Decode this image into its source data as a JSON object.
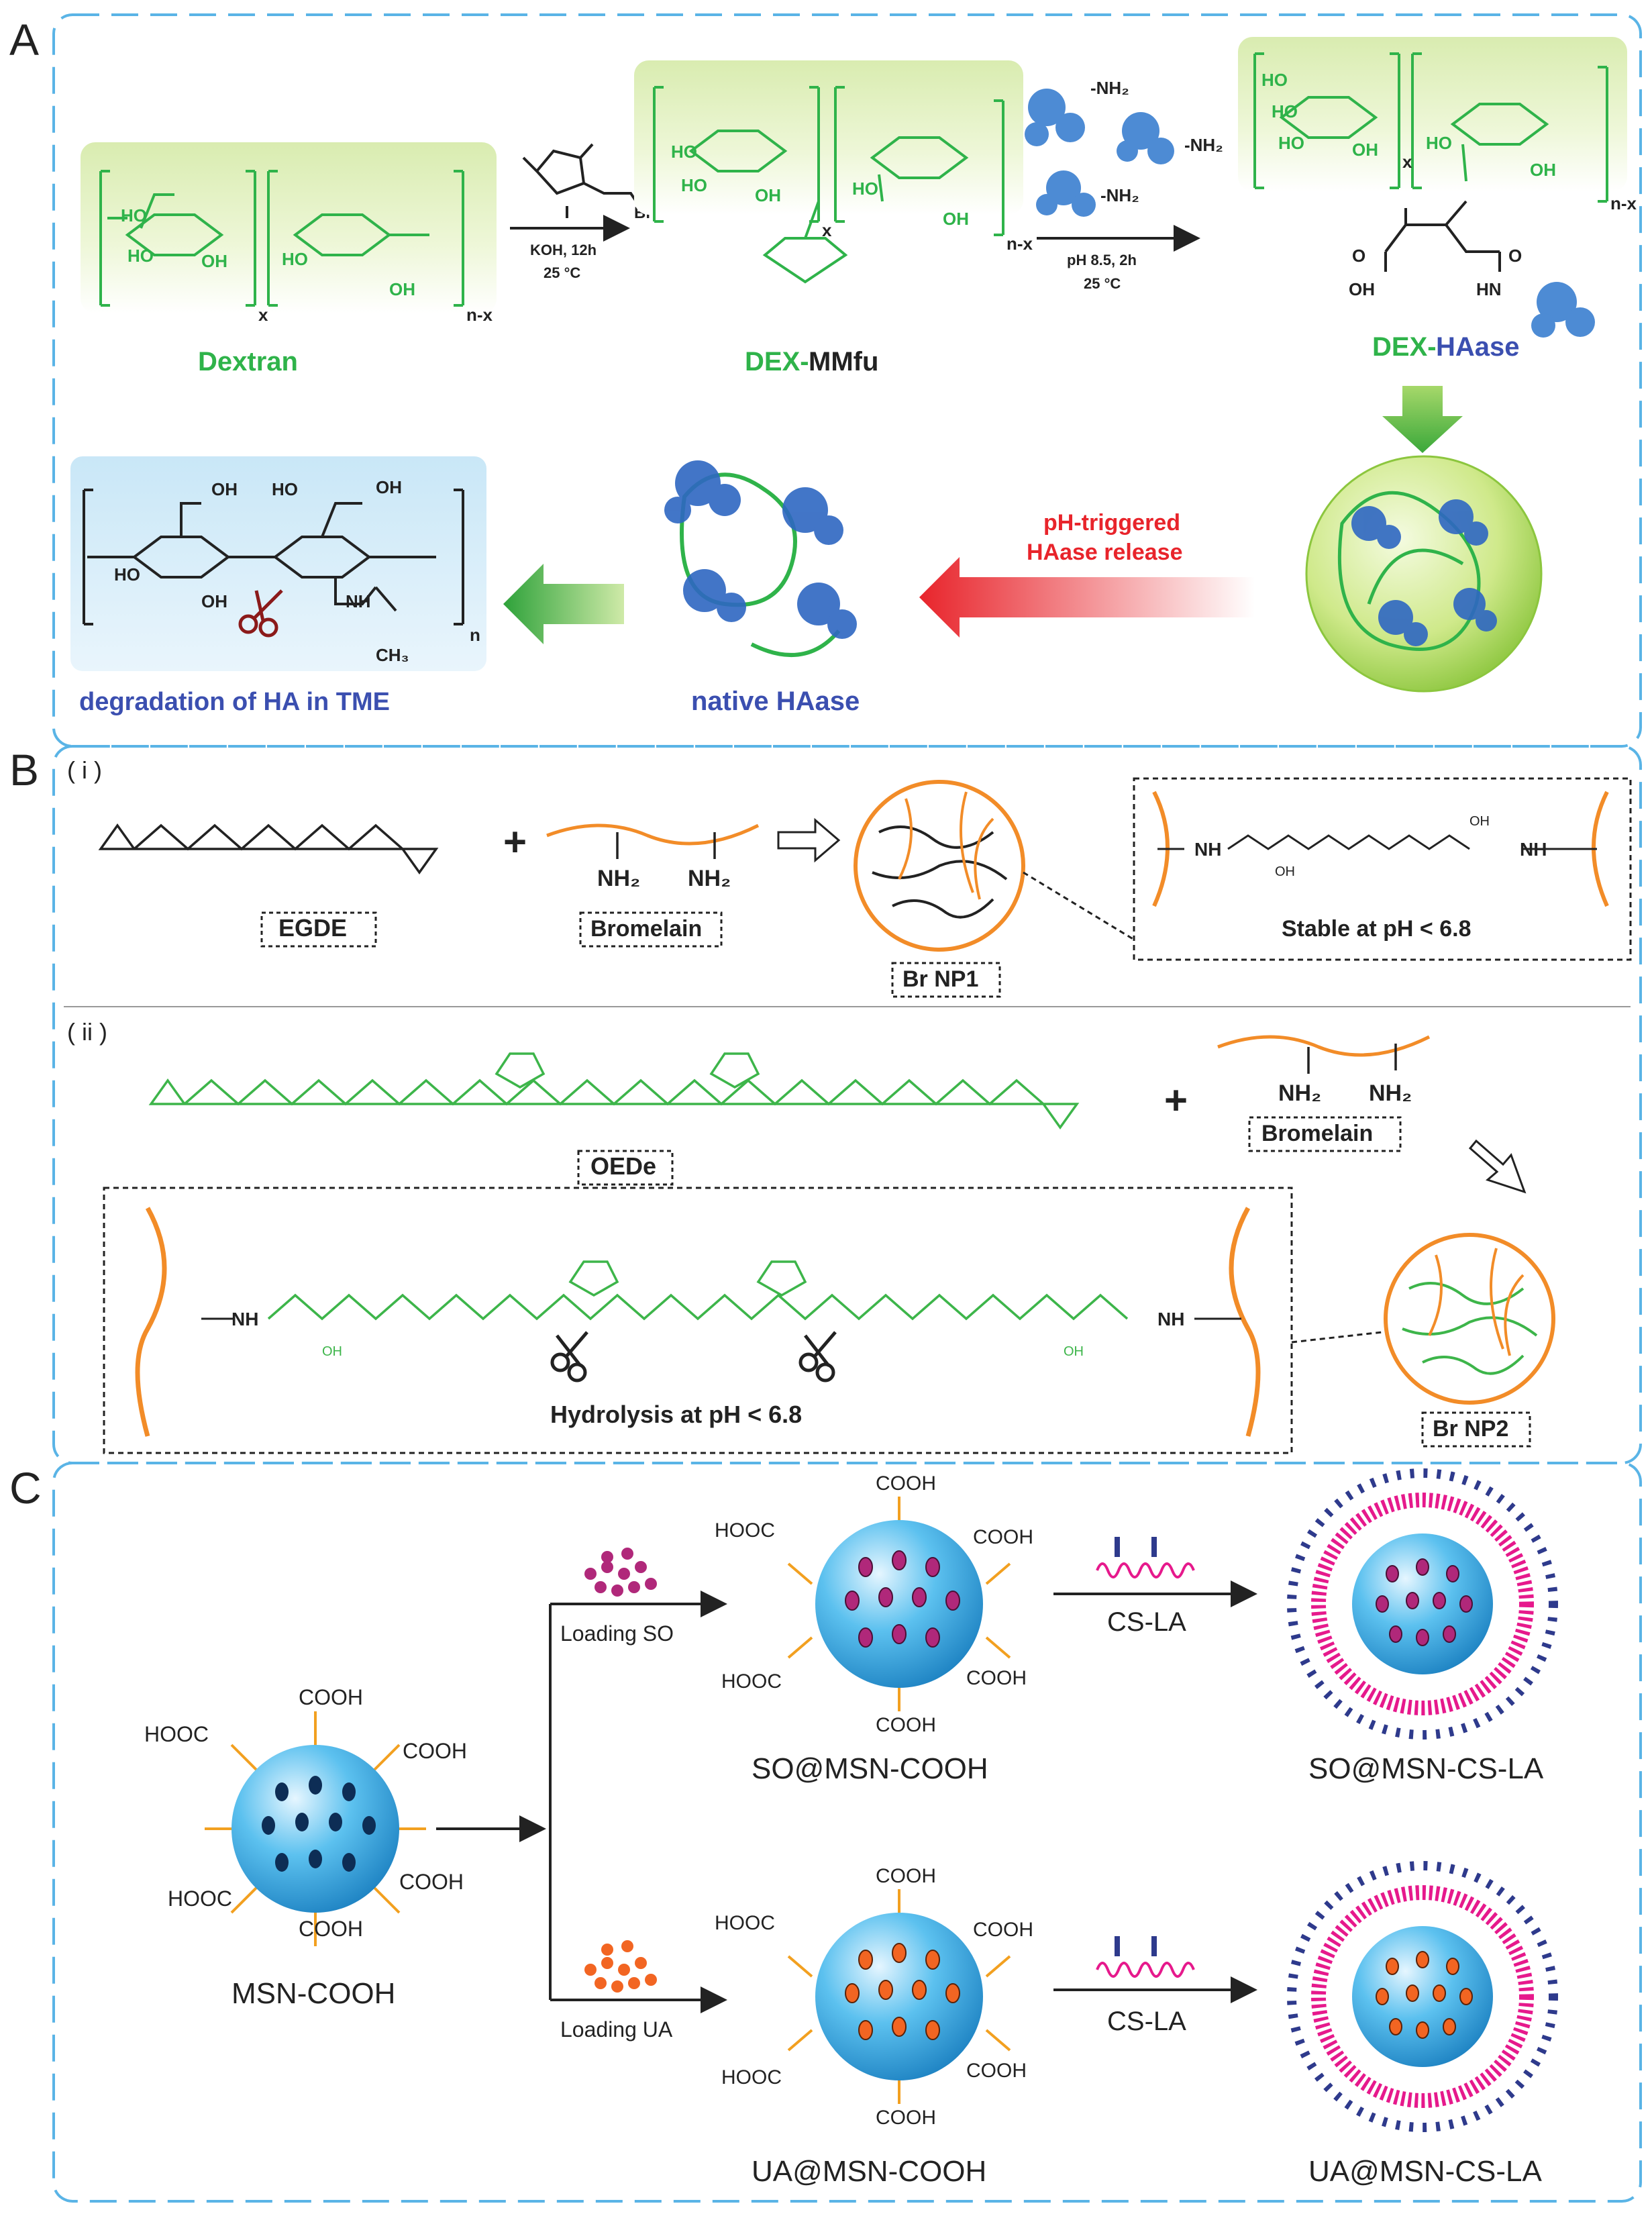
{
  "colors": {
    "panel_border": "#5ab4e6",
    "green_label": "#2fb34a",
    "blue_label": "#3b4fb0",
    "red_label": "#e8242b",
    "orange_chain": "#f28c28",
    "green_chain": "#3db54a",
    "msn_blue": "#29a3e0",
    "pink_ring": "#e6198c",
    "navy_ligand": "#2e3a8c",
    "so_cargo": "#b0287a",
    "ua_cargo": "#f26522"
  },
  "panelA": {
    "letter": "A",
    "step1_conditions": [
      "KOH, 12h",
      "25 °C"
    ],
    "step2_conditions": [
      "pH 8.5, 2h",
      "25 °C"
    ],
    "dextran": "Dextran",
    "dex": "DEX-",
    "mmfu": "MMfu",
    "hase_suffix": "HAase",
    "nh2": "-NH₂",
    "x": "x",
    "nx": "n-x",
    "ho": "HO",
    "oh": "OH",
    "hn": "HN",
    "br": "Br",
    "n": "n",
    "nh": "NH",
    "ch3": "CH₃",
    "release": [
      "pH-triggered",
      "HAase release"
    ],
    "native": "native HAase",
    "degradation": "degradation of HA in TME"
  },
  "panelB": {
    "letter": "B",
    "sub_i": "( i )",
    "sub_ii": "( ii )",
    "egde": "EGDE",
    "bromelain": "Bromelain",
    "nh2": "NH₂",
    "brnp1": "Br NP1",
    "brnp2": "Br NP2",
    "nh": "NH",
    "oh": "OH",
    "stable": "Stable at pH < 6.8",
    "oede": "OEDe",
    "hydrolysis": "Hydrolysis at pH < 6.8",
    "plus": "+"
  },
  "panelC": {
    "letter": "C",
    "cooh": "COOH",
    "hooc": "HOOC",
    "msn": "MSN-COOH",
    "loading_so": "Loading SO",
    "loading_ua": "Loading UA",
    "so_msn": "SO@MSN-COOH",
    "ua_msn": "UA@MSN-COOH",
    "csla": "CS-LA",
    "so_final": "SO@MSN-CS-LA",
    "ua_final": "UA@MSN-CS-LA"
  }
}
